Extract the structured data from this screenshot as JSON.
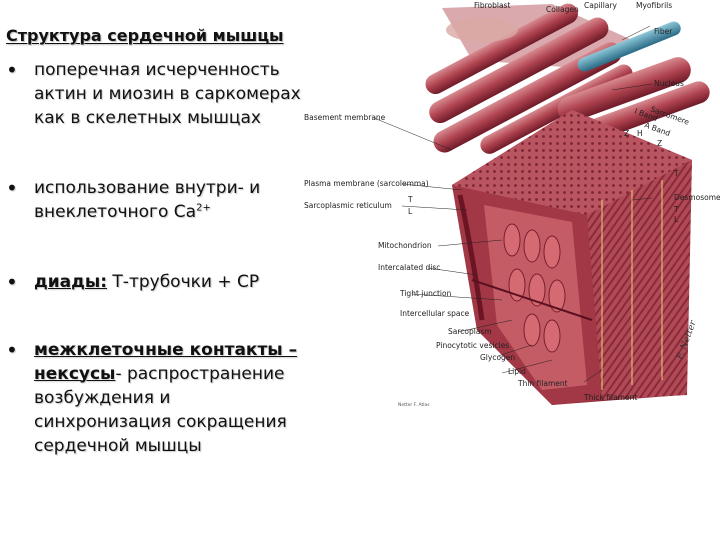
{
  "slide": {
    "title": "Структура сердечной мышцы",
    "bullets": [
      {
        "line1": "поперечная исчерченность",
        "line2": "актин и миозин в саркомерах",
        "line3": "как в скелетных мышцах"
      },
      {
        "line1": "использование внутри- и",
        "line2": "внеклеточного Са",
        "sup": "2+"
      },
      {
        "bold": "диады:",
        "text": " Т-трубочки + СР"
      },
      {
        "bold1": "межклеточные контакты –",
        "bold2": "нексусы",
        "rest": "- распространение",
        "line3": "возбуждения и",
        "line4": "синхронизация сокращения",
        "line5": "сердечной мышцы"
      }
    ]
  },
  "figure": {
    "labels": {
      "fibroblast": "Fibroblast",
      "collagen": "Collagen",
      "capillary": "Capillary",
      "myofibrils": "Myofibrils",
      "fiber": "Fiber",
      "nucleus": "Nucleus",
      "sarcomere": "Sarcomere",
      "iband": "I Band",
      "aband": "A Band",
      "basement": "Basement membrane",
      "plasma": "Plasma membrane (sarcolemma)",
      "sr": "Sarcoplasmic reticulum",
      "t1": "T",
      "l1": "L",
      "t2": "T",
      "l2": "L",
      "t3": "T",
      "desmosomes": "Desmosomes",
      "mito": "Mitochondrion",
      "disc": "Intercalated disc",
      "tight": "Tight junction",
      "intercell": "Intercellular space",
      "sarcoplasm": "Sarcoplasm",
      "pino": "Pinocytotic vesicles",
      "glycogen": "Glycogen",
      "lipid": "Lipid",
      "thin": "Thin filament",
      "thick": "Thick filament",
      "z1": "Z",
      "z2": "Z",
      "h": "H",
      "signature": "F. Netter",
      "caption": "Netter F. Atlas"
    }
  }
}
